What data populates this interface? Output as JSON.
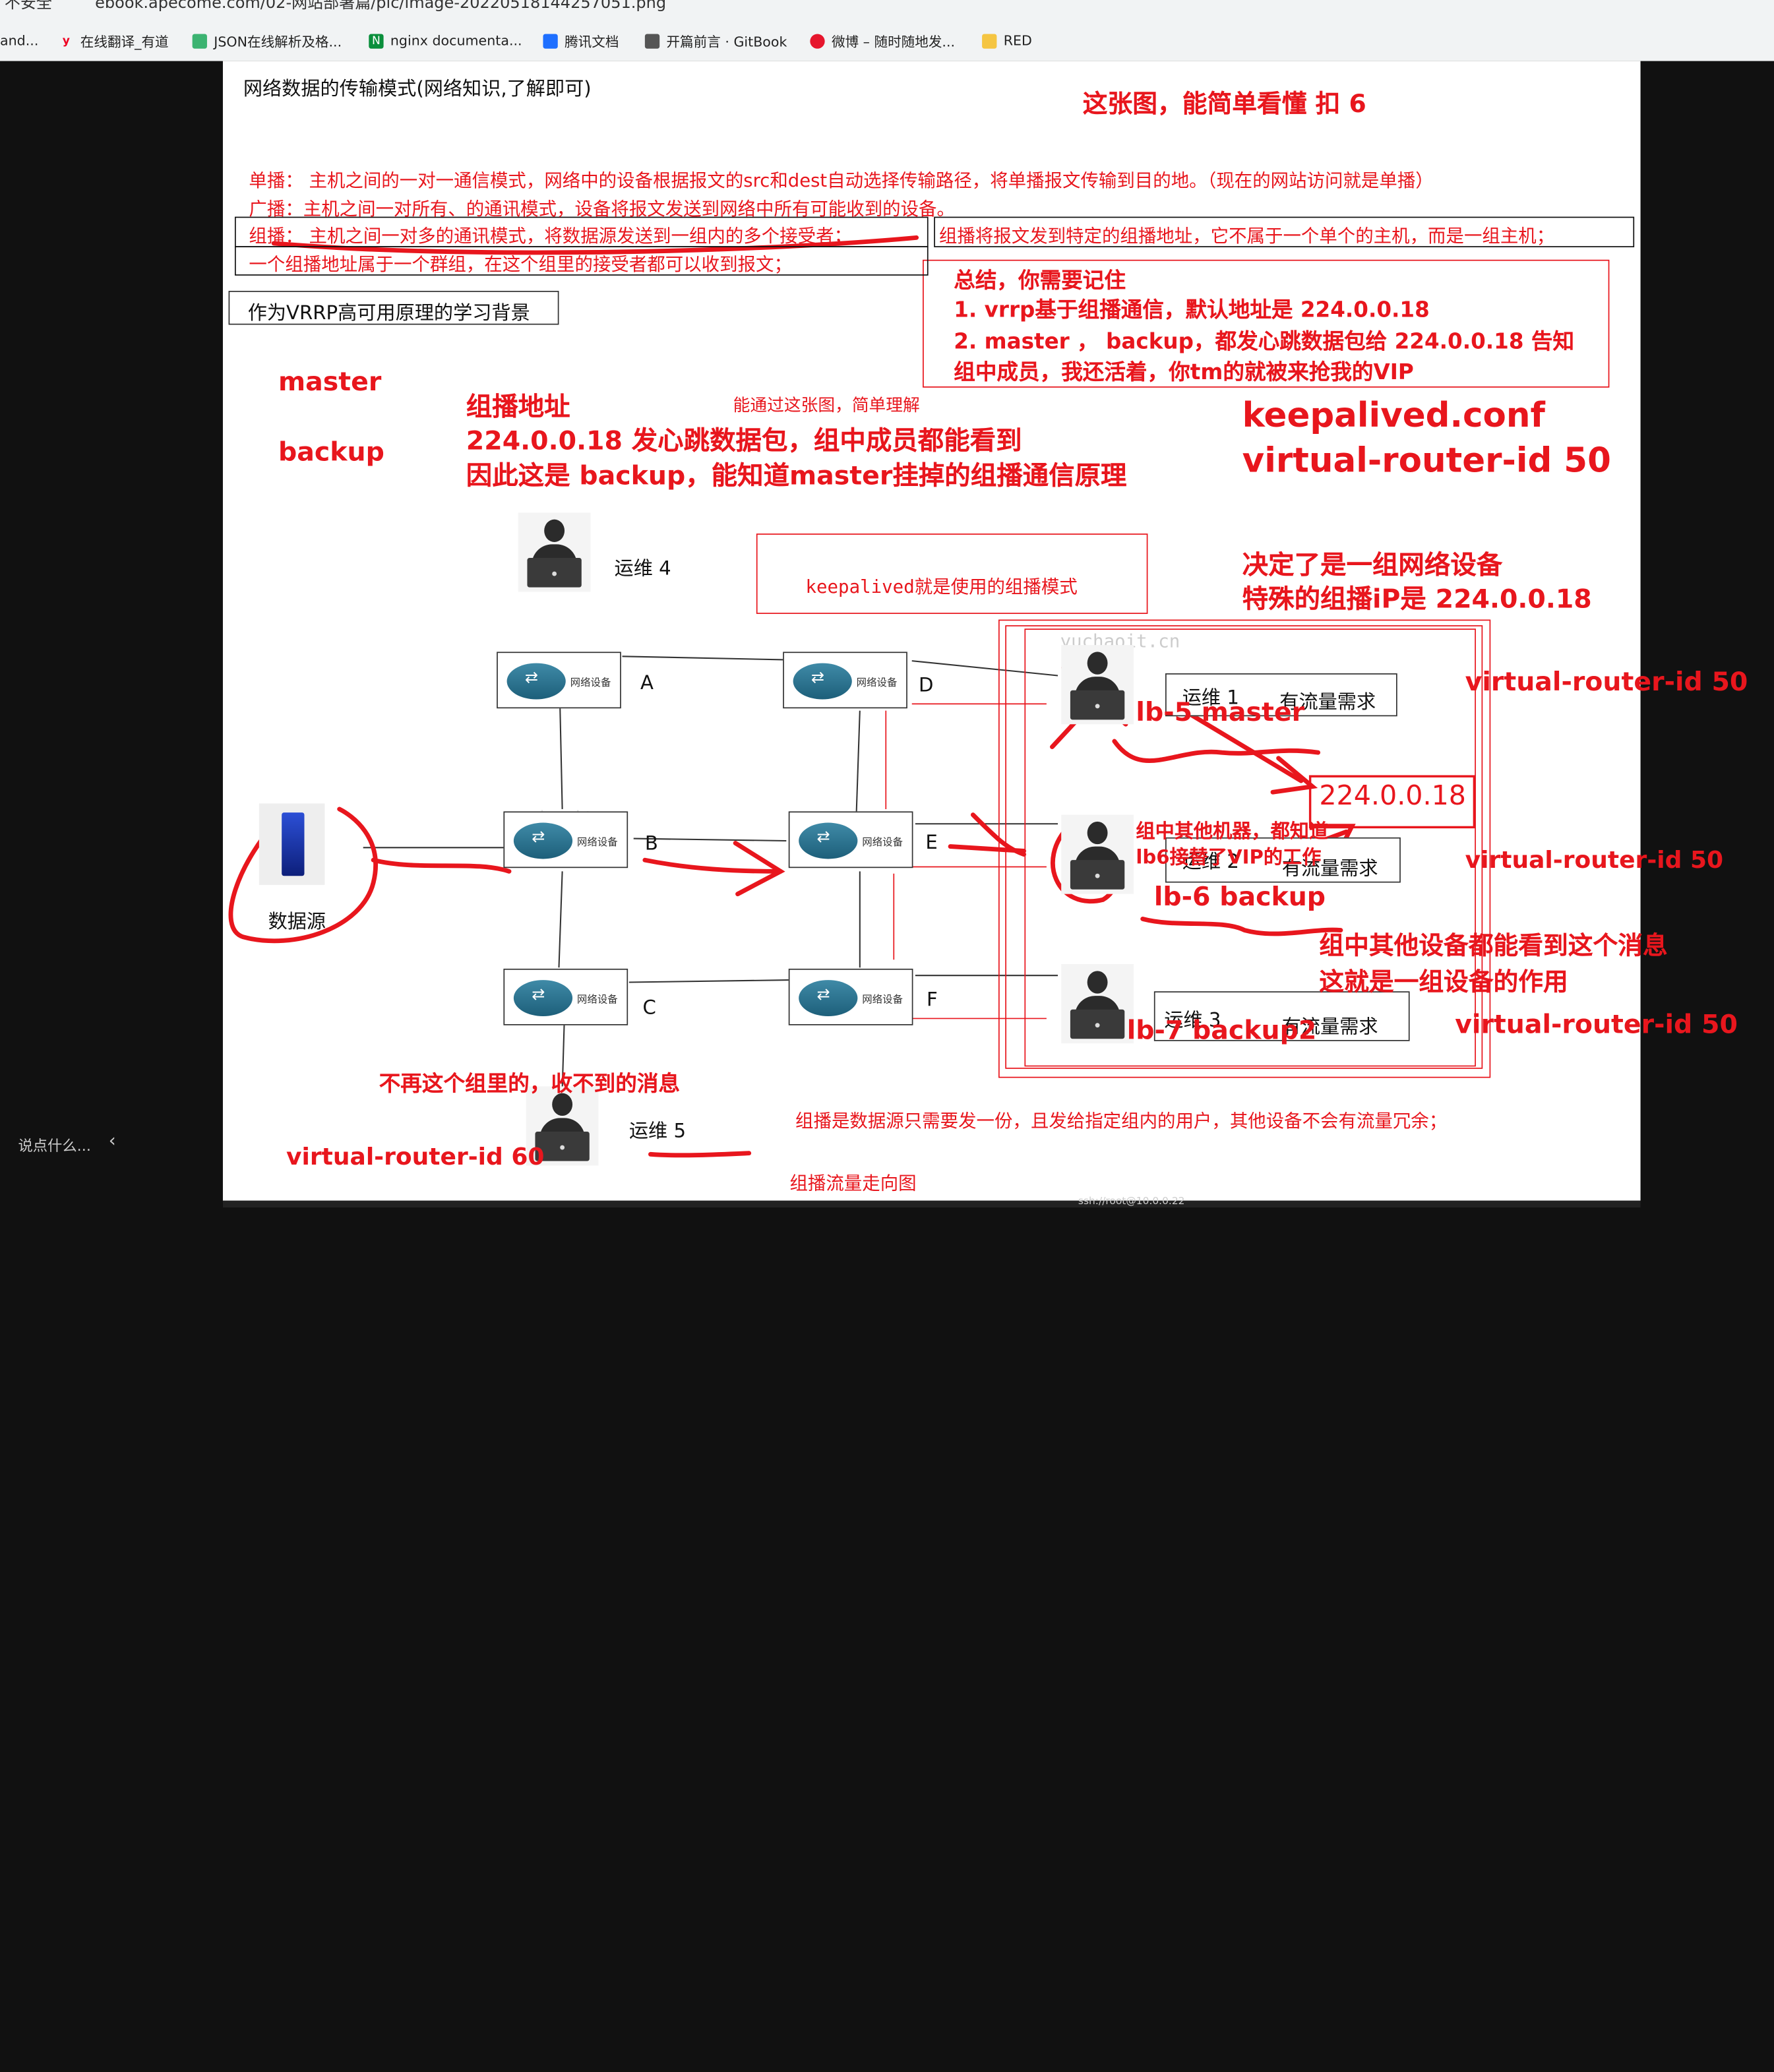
{
  "browser": {
    "security": "不安全",
    "url": "ebook.apecome.com/02-网站部署篇/pic/image-20220518144257051.png",
    "bookmarks": [
      "and...",
      "在线翻译_有道",
      "JSON在线解析及格...",
      "nginx documenta...",
      "腾讯文档",
      "开篇前言 · GitBook",
      "微博 – 随时随地发...",
      "RED"
    ]
  },
  "doc": {
    "heading": "网络数据的传输模式(网络知识,了解即可)",
    "top_note": "这张图，能简单看懂 扣 6",
    "unicast": "单播：  主机之间的一对一通信模式，网络中的设备根据报文的src和dest自动选择传输路径，将单播报文传输到目的地。（现在的网站访问就是单播）",
    "broadcast": "广播：主机之间一对所有、的通讯模式，设备将报文发送到网络中所有可能收到的设备。",
    "multicast_a": "组播：  主机之间一对多的通讯模式，将数据源发送到一组内的多个接受者；",
    "multicast_b": "组播将报文发到特定的组播地址，它不属于一个单个的主机，而是一组主机；",
    "multicast_c": "一个组播地址属于一个群组，在这个组里的接受者都可以收到报文；",
    "vrrp_box": "作为VRRP高可用原理的学习背景",
    "summary_1": "总结，你需要记住",
    "summary_2": "1.  vrrp基于组播通信，默认地址是 224.0.0.18",
    "summary_3": "2. master ， backup，都发心跳数据包给  224.0.0.18 告知",
    "summary_4": "组中成员，我还活着，你tm的就被来抢我的VIP",
    "master": "master",
    "backup": "backup",
    "group_addr_1": "组播地址",
    "group_addr_2": "224.0.0.18  发心跳数据包，组中成员都能看到",
    "group_addr_3": "因此这是 backup，能知道master挂掉的组播通信原理",
    "understand": "能通过这张图，简单理解",
    "conf_1": "keepalived.conf",
    "conf_2": "virtual-router-id   50",
    "keepalived_box": "keepalived就是使用的组播模式",
    "decide_1": "决定了是一组网络设备",
    "decide_2": "特殊的组播iP是 224.0.0.18",
    "watermark_1": "yuchaoit.cn",
    "watermark_2": "yuchaoit.cn",
    "ops4": "运维  4",
    "ops1": "运维  1",
    "ops2": "运维  2",
    "ops3": "运维  3",
    "ops5": "运维  5",
    "need": "有流量需求",
    "router_label": "网络设备",
    "letters": [
      "A",
      "B",
      "C",
      "D",
      "E",
      "F"
    ],
    "datasource": "数据源",
    "lb5": "lb-5  master",
    "lb6": "lb-6 backup",
    "lb7": "lb-7  backup2",
    "ip": "224.0.0.18",
    "vrid": "virtual-router-id  50",
    "vrid60": "virtual-router-id  60",
    "group_others_1": "组中其他机器，都知道",
    "group_others_2": "lb6接替了VIP的工作",
    "seen_1": "组中其他设备都能看到这个消息",
    "seen_2": "这就是一组设备的作用",
    "not_in_group": "不再这个组里的，收不到的消息",
    "footer_1": "组播是数据源只需要发一份，且发给指定组内的用户，其他设备不会有流量冗余；",
    "footer_2": "组播流量走向图",
    "comment": "说点什么...",
    "ssh": "ssh://root@10.0.0.22"
  },
  "colors": {
    "annotation": "#e8161d",
    "router": "#2f7c99"
  }
}
